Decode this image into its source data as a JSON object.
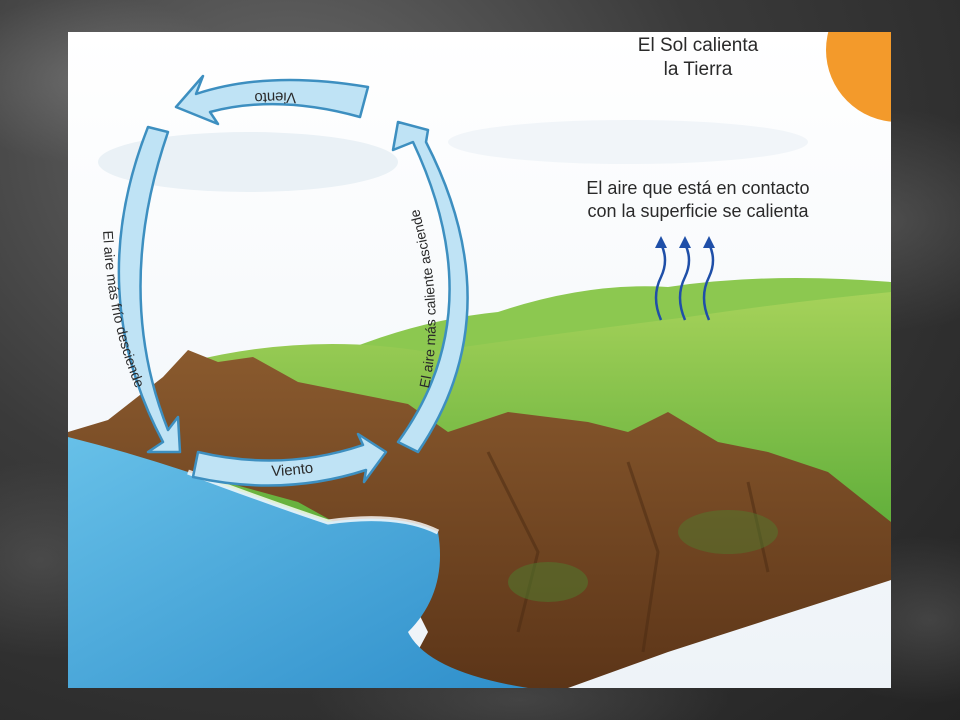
{
  "captions": {
    "sun_line1": "El Sol calienta",
    "sun_line2": "la Tierra",
    "air_line1": "El aire que está en contacto",
    "air_line2": "con la superficie se calienta"
  },
  "cycle_arrows": {
    "top": "Viento",
    "bottom": "Viento",
    "left": "El aire más frío desciende",
    "right": "El aire más caliente asciende"
  },
  "colors": {
    "arrow_fill": "#bfe3f5",
    "arrow_stroke": "#3d8fc0",
    "sun": "#f39a2b",
    "sea": "#3fa3d6",
    "grass": "#7fc242",
    "cliff": "#7a4a24",
    "heat_arrows": "#1f4fa8"
  }
}
